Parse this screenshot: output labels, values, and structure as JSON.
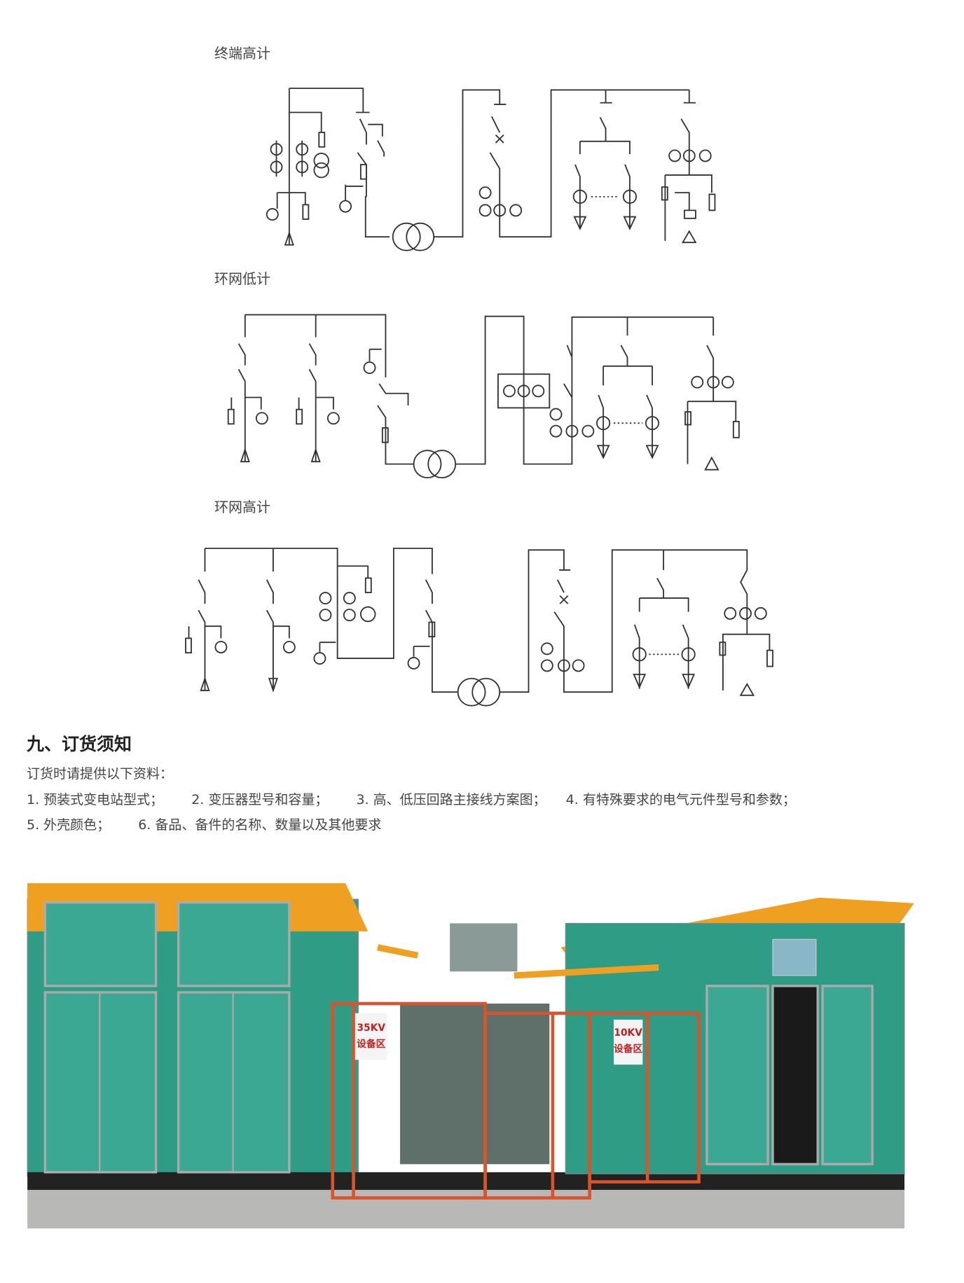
{
  "diagrams": [
    {
      "label": "终端高计"
    },
    {
      "label": "环网低计"
    },
    {
      "label": "环网高计"
    }
  ],
  "section": {
    "title": "九、订货须知",
    "intro": "订货时请提供以下资料：",
    "items": [
      "1. 预装式变电站型式；",
      "2. 变压器型号和容量；",
      "3. 高、低压回路主接线方案图；",
      "4. 有特殊要求的电气元件型号和参数；",
      "5. 外壳颜色；",
      "6. 备品、备件的名称、数量以及其他要求"
    ]
  },
  "photo": {
    "sign_35kv": [
      "35KV",
      "设备区"
    ],
    "sign_10kv": [
      "10KV",
      "设备区"
    ],
    "colors": {
      "wall": "#2f9c86",
      "roof": "#f0a020",
      "fence": "#d9542a"
    }
  }
}
